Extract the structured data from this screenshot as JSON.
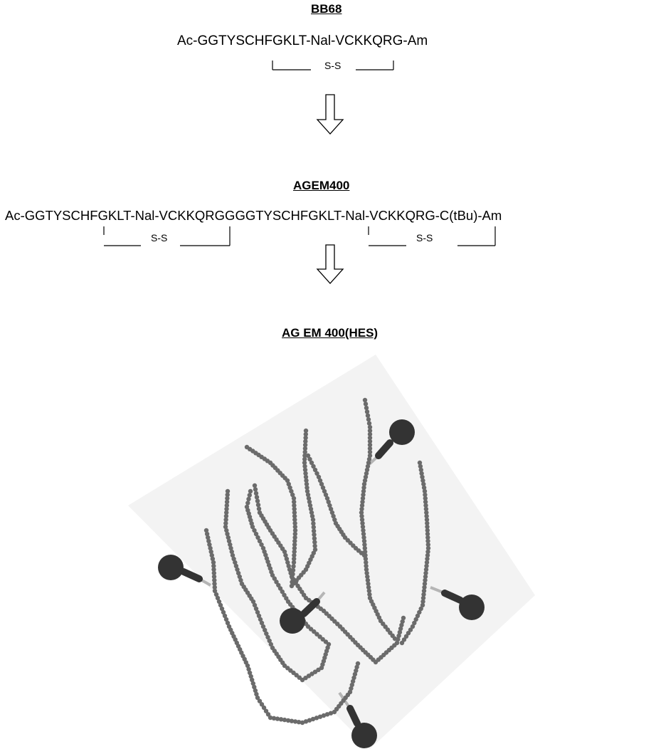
{
  "blocks": [
    {
      "title": "BB68",
      "sequence": "Ac-GGTYSCHFGKLT-Nal-VCKKQRG-Am",
      "bridges": [
        "S-S"
      ]
    },
    {
      "title": "AGEM400",
      "sequence": "Ac-GGTYSCHFGKLT-Nal-VCKKQRGGGGTYSCHFGKLT-Nal-VCKKQRG-C(tBu)-Am",
      "bridges": [
        "S-S",
        "S-S"
      ]
    },
    {
      "title": "AG EM 400(HES)"
    }
  ],
  "colors": {
    "text": "#000000",
    "arrow_stroke": "#000000",
    "backdrop": "#f2f2f2",
    "bead_chain": "#6b6b6b",
    "peptide_head": "#333333",
    "linker": "#b5b5b5"
  },
  "icons": {
    "arrow": "hollow-down-arrow-icon",
    "polymer": "branched-polymer-with-peptide-heads"
  }
}
